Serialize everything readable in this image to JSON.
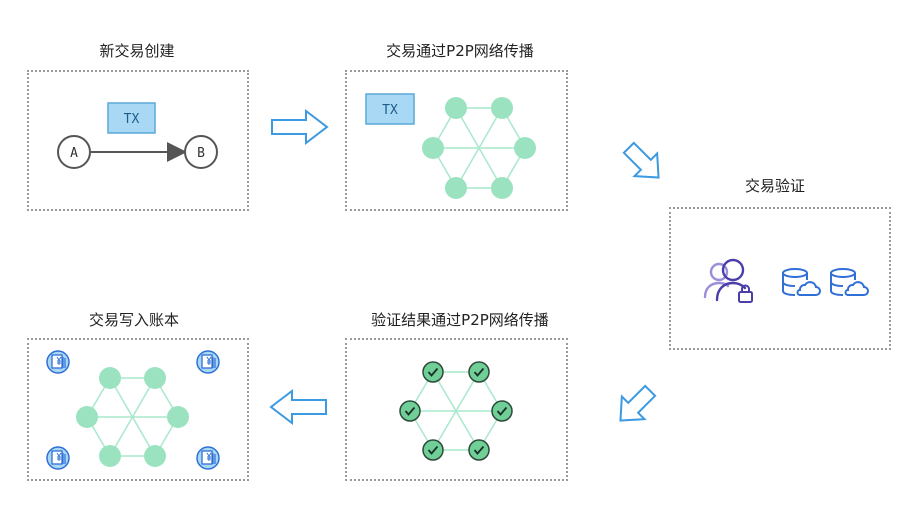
{
  "steps": {
    "create": {
      "title": "新交易创建",
      "tx_label": "TX",
      "node_a": "A",
      "node_b": "B"
    },
    "broadcast": {
      "title": "交易通过P2P网络传播",
      "tx_label": "TX"
    },
    "verify": {
      "title": "交易验证"
    },
    "result_broadcast": {
      "title": "验证结果通过P2P网络传播"
    },
    "ledger": {
      "title": "交易写入账本"
    }
  },
  "colors": {
    "node_fill": "#9be3c0",
    "edge": "#a9e8cc",
    "tx_fill": "#a9d8f5",
    "tx_stroke": "#5aa9d9",
    "arrow": "#3b9ae1",
    "icon_purple": "#4a3fa8",
    "icon_blue": "#2f6fd6",
    "check_fill": "#6fcf97",
    "check_stroke": "#2d4a3a"
  }
}
